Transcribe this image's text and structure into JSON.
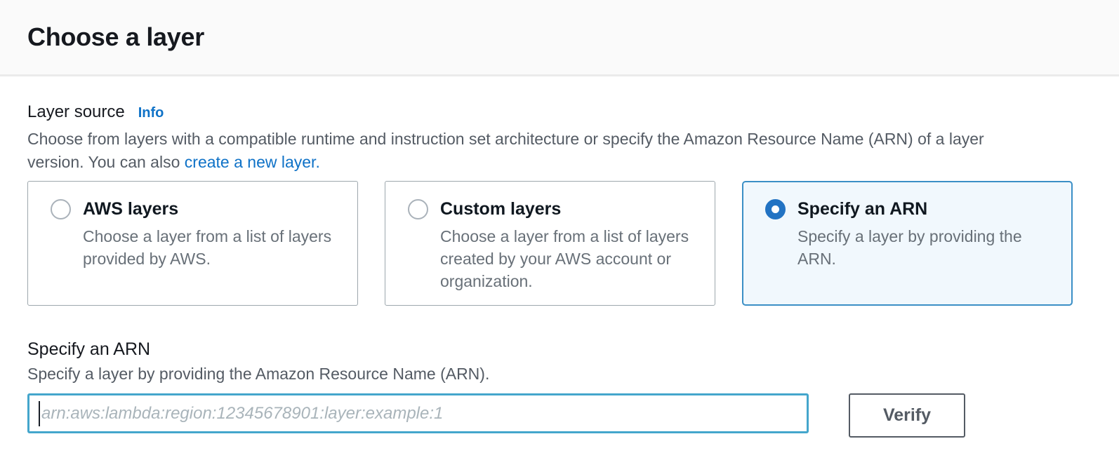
{
  "header": {
    "title": "Choose a layer"
  },
  "layer_source": {
    "label": "Layer source",
    "info_link": "Info",
    "description_line1": "Choose from layers with a compatible runtime and instruction set architecture or specify the Amazon Resource Name (ARN) of a layer",
    "description_line2_prefix": "version. You can also ",
    "create_layer_link": "create a new layer.",
    "options": [
      {
        "title": "AWS layers",
        "description": "Choose a layer from a list of layers provided by AWS.",
        "selected": false
      },
      {
        "title": "Custom layers",
        "description": "Choose a layer from a list of layers created by your AWS account or organization.",
        "selected": false
      },
      {
        "title": "Specify an ARN",
        "description": "Specify a layer by providing the ARN.",
        "selected": true
      }
    ]
  },
  "arn_section": {
    "title": "Specify an ARN",
    "description": "Specify a layer by providing the Amazon Resource Name (ARN).",
    "arn_input": {
      "value": "",
      "placeholder": "arn:aws:lambda:region:12345678901:layer:example:1"
    },
    "verify_button_label": "Verify"
  },
  "colors": {
    "link_blue": "#0f72c7",
    "selected_tile_border": "#3b8fc6",
    "selected_tile_bg": "#f1f8fd",
    "radio_selected_blue": "#2273c3",
    "input_focus_border": "#44a6cc",
    "button_border_gray": "#545b64",
    "header_bg": "#fafafa",
    "divider_gray": "#ebebeb"
  }
}
